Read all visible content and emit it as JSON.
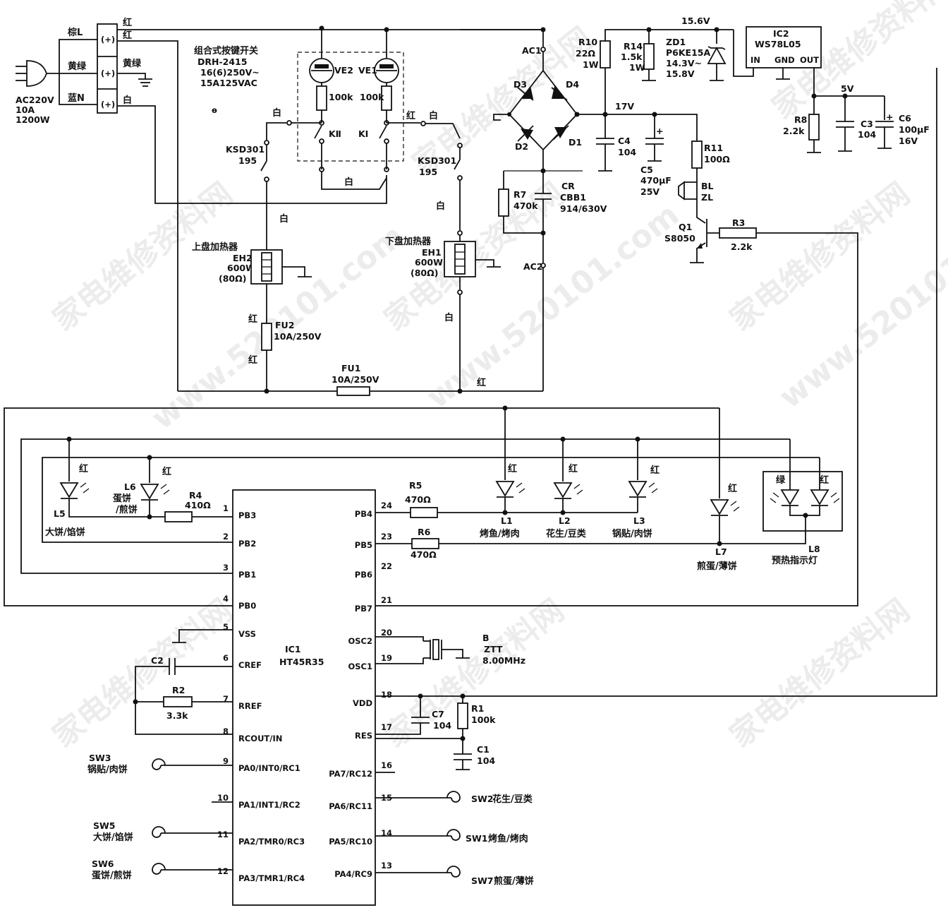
{
  "watermark": {
    "cn": "家电维修资料网",
    "url": "www.520101.com"
  },
  "power_input": {
    "spec": [
      "AC220V",
      "10A",
      "1200W"
    ],
    "wires": {
      "brown": "棕L",
      "yellow_green": "黄绿",
      "blue": "蓝N"
    },
    "terminal_mark": "(+)",
    "colors": {
      "red": "红",
      "yellow_green": "黄绿",
      "white": "白",
      "green": "绿"
    }
  },
  "switch": {
    "title": "组合式按键开关",
    "model": "DRH-2415",
    "rating1": "16(6)250V~",
    "rating2": "15A125VAC",
    "k1": "KⅠ",
    "k2": "KⅡ",
    "ve1": "VE1",
    "ve2": "VE2",
    "r": "100k"
  },
  "thermostats": {
    "name": "KSD301",
    "temp": "195"
  },
  "heaters": {
    "upper": {
      "title": "上盘加热器",
      "ref": "EH2",
      "power": "600W",
      "ohm": "(80Ω)"
    },
    "lower": {
      "title": "下盘加热器",
      "ref": "EH1",
      "power": "600W",
      "ohm": "(80Ω)"
    }
  },
  "fuses": {
    "fu1": {
      "ref": "FU1",
      "rating": "10A/250V"
    },
    "fu2": {
      "ref": "FU2",
      "rating": "10A/250V"
    }
  },
  "rectifier": {
    "ac1": "AC1",
    "ac2": "AC2",
    "d1": "D1",
    "d2": "D2",
    "d3": "D3",
    "d4": "D4"
  },
  "components": {
    "r7": {
      "ref": "R7",
      "val": "470k"
    },
    "cr": {
      "ref": "CR",
      "val1": "CBB1",
      "val2": "914/630V"
    },
    "c4": {
      "ref": "C4",
      "val": "104"
    },
    "c5": {
      "ref": "C5",
      "val1": "470μF",
      "val2": "25V"
    },
    "r10": {
      "ref": "R10",
      "val1": "22Ω",
      "val2": "1W"
    },
    "r14": {
      "ref": "R14",
      "val1": "1.5k",
      "val2": "1W"
    },
    "zd1": {
      "ref": "ZD1",
      "val1": "P6KE15A",
      "val2": "14.3V~",
      "val3": "15.8V"
    },
    "ic2": {
      "ref": "IC2",
      "model": "WS78L05",
      "in": "IN",
      "gnd": "GND",
      "out": "OUT"
    },
    "r8": {
      "ref": "R8",
      "val": "2.2k"
    },
    "c3": {
      "ref": "C3",
      "val": "104"
    },
    "c6": {
      "ref": "C6",
      "val1": "100μF",
      "val2": "16V"
    },
    "r11": {
      "ref": "R11",
      "val": "100Ω"
    },
    "bl": {
      "ref": "BL",
      "val": "ZL"
    },
    "q1": {
      "ref": "Q1",
      "model": "S8050"
    },
    "r3": {
      "ref": "R3",
      "val": "2.2k"
    },
    "r4": {
      "ref": "R4",
      "val": "410Ω"
    },
    "r5": {
      "ref": "R5",
      "val": "470Ω"
    },
    "r6": {
      "ref": "R6",
      "val": "470Ω"
    },
    "r2": {
      "ref": "R2",
      "val": "3.3k"
    },
    "c2": {
      "ref": "C2"
    },
    "r1": {
      "ref": "R1",
      "val": "100k"
    },
    "c1": {
      "ref": "C1",
      "val": "104"
    },
    "c7": {
      "ref": "C7",
      "val": "104"
    },
    "crystal": {
      "ref": "B",
      "type": "ZTT",
      "freq": "8.00MHz"
    }
  },
  "voltages": {
    "v156": "15.6V",
    "v17": "17V",
    "v5": "5V"
  },
  "leds": {
    "l5": {
      "ref": "L5",
      "name": "大饼/馅饼"
    },
    "l6": {
      "ref": "L6",
      "name1": "蛋饼",
      "name2": "/煎饼"
    },
    "l1": {
      "ref": "L1",
      "name": "烤鱼/烤肉"
    },
    "l2": {
      "ref": "L2",
      "name": "花生/豆类"
    },
    "l3": {
      "ref": "L3",
      "name": "锅贴/肉饼"
    },
    "l7": {
      "ref": "L7",
      "name": "煎蛋/薄饼"
    },
    "l8": {
      "ref": "L8",
      "name": "预热指示灯"
    }
  },
  "ic1": {
    "ref": "IC1",
    "model": "HT45R35",
    "left_pins": [
      {
        "n": "1",
        "name": "PB3"
      },
      {
        "n": "2",
        "name": "PB2"
      },
      {
        "n": "3",
        "name": "PB1"
      },
      {
        "n": "4",
        "name": "PB0"
      },
      {
        "n": "5",
        "name": "VSS"
      },
      {
        "n": "6",
        "name": "CREF"
      },
      {
        "n": "7",
        "name": "RREF"
      },
      {
        "n": "8",
        "name": "RCOUT/IN"
      },
      {
        "n": "9",
        "name": "PA0/INT0/RC1"
      },
      {
        "n": "10",
        "name": "PA1/INT1/RC2"
      },
      {
        "n": "11",
        "name": "PA2/TMR0/RC3"
      },
      {
        "n": "12",
        "name": "PA3/TMR1/RC4"
      }
    ],
    "right_pins": [
      {
        "n": "24",
        "name": "PB4"
      },
      {
        "n": "23",
        "name": "PB5"
      },
      {
        "n": "22",
        "name": "PB6"
      },
      {
        "n": "21",
        "name": "PB7"
      },
      {
        "n": "20",
        "name": "OSC2"
      },
      {
        "n": "19",
        "name": "OSC1"
      },
      {
        "n": "18",
        "name": "VDD"
      },
      {
        "n": "17",
        "name": "RES"
      },
      {
        "n": "16",
        "name": "PA7/RC12"
      },
      {
        "n": "15",
        "name": "PA6/RC11"
      },
      {
        "n": "14",
        "name": "PA5/RC10"
      },
      {
        "n": "13",
        "name": "PA4/RC9"
      }
    ]
  },
  "touch_switches": {
    "sw3": {
      "ref": "SW3",
      "name": "锅贴/肉饼"
    },
    "sw5": {
      "ref": "SW5",
      "name": "大饼/馅饼"
    },
    "sw6": {
      "ref": "SW6",
      "name": "蛋饼/煎饼"
    },
    "sw2": {
      "ref": "SW2",
      "name": "花生/豆类"
    },
    "sw1": {
      "ref": "SW1",
      "name": "烤鱼/烤肉"
    },
    "sw7": {
      "ref": "SW7",
      "name": "煎蛋/薄饼"
    }
  }
}
